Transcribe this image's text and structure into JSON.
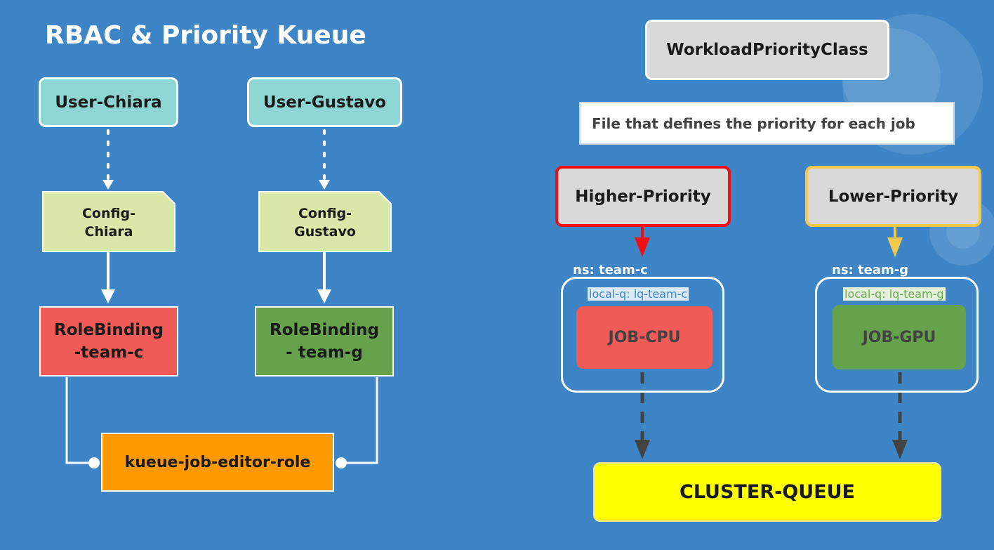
{
  "title": "RBAC & Priority Kueue",
  "users": [
    {
      "label": "User-Chiara"
    },
    {
      "label": "User-Gustavo"
    }
  ],
  "configs": [
    {
      "label": "Config-\nChiara"
    },
    {
      "label": "Config-\nGustavo"
    }
  ],
  "rolebindings": [
    {
      "label": "RoleBinding\n-team-c"
    },
    {
      "label": "RoleBinding\n- team-g"
    }
  ],
  "role": {
    "label": "kueue-job-editor-role"
  },
  "priority_class": {
    "label": "WorkloadPriorityClass",
    "description": "File that defines the priority for each job"
  },
  "priorities": [
    {
      "label": "Higher-Priority",
      "color": "#ee1111"
    },
    {
      "label": "Lower-Priority",
      "color": "#f2c94c"
    }
  ],
  "namespaces": [
    {
      "label": "ns: team-c",
      "local_queue": "local-q: lq-team-c",
      "job": "JOB-CPU"
    },
    {
      "label": "ns: team-g",
      "local_queue": "local-q: lq-team-g",
      "job": "JOB-GPU"
    }
  ],
  "cluster_queue": {
    "label": "CLUSTER-QUEUE"
  },
  "colors": {
    "background": "#3d85c6",
    "user": "#8ed6d3",
    "config": "#d9e8a8",
    "rolebinding_c": "#f05a57",
    "rolebinding_g": "#66a24c",
    "role": "#ff9900",
    "cluster_queue": "#ffff00"
  }
}
